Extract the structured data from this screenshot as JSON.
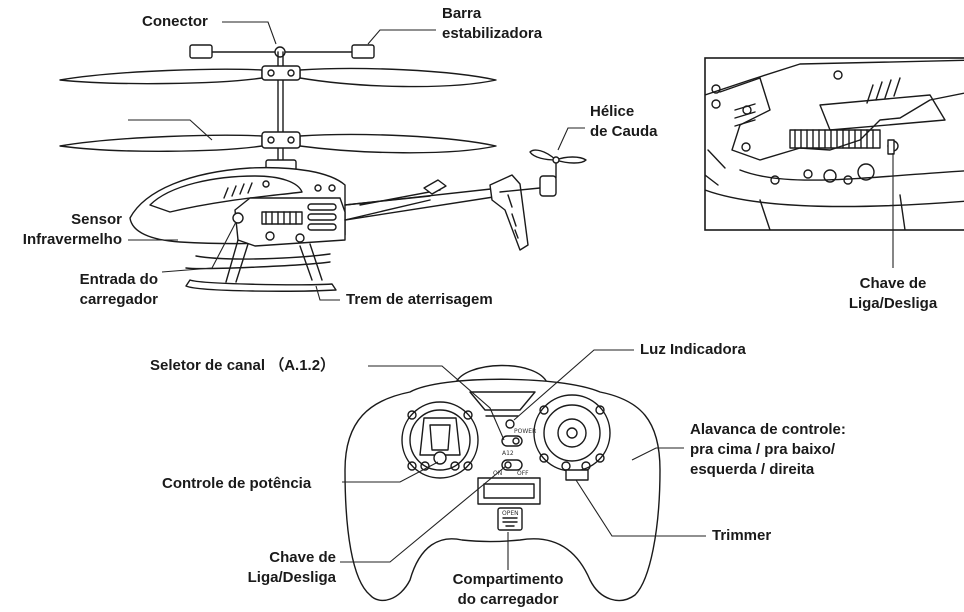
{
  "labels": {
    "conector": "Conector",
    "barra_1": "Barra",
    "barra_2": "estabilizadora",
    "helice_1": "Hélice",
    "helice_2": "de Cauda",
    "sensor_1": "Sensor",
    "sensor_2": "Infravermelho",
    "entrada_1": "Entrada do",
    "entrada_2": "carregador",
    "trem": "Trem de aterrisagem",
    "chave_heli_1": "Chave de",
    "chave_heli_2": "Liga/Desliga",
    "seletor": "Seletor de canal （A.1.2）",
    "luz": "Luz Indicadora",
    "alavanca_1": "Alavanca de controle:",
    "alavanca_2": "pra cima / pra baixo/",
    "alavanca_3": "esquerda / direita",
    "controle_potencia": "Controle de potência",
    "trimmer": "Trimmer",
    "chave_ctrl_1": "Chave de",
    "chave_ctrl_2": "Liga/Desliga",
    "compartimento_1": "Compartimento",
    "compartimento_2": "do carregador"
  },
  "remote_markings": {
    "a12": "A12",
    "on": "ON",
    "off": "OFF",
    "open": "OPEN",
    "power": "POWER"
  }
}
